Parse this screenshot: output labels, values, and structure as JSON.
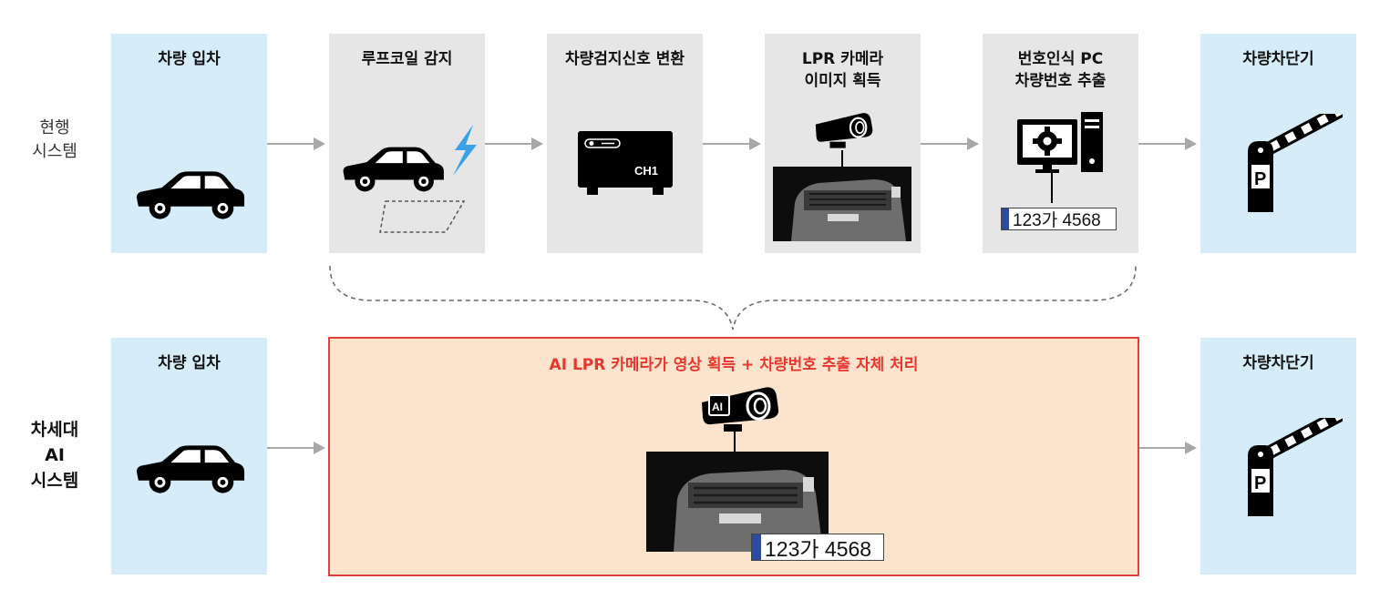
{
  "rows": {
    "current": {
      "label_lines": [
        "현행",
        "시스템"
      ]
    },
    "next": {
      "label_lines": [
        "차세대",
        "AI",
        "시스템"
      ]
    }
  },
  "current_steps": [
    {
      "title_lines": [
        "차량 입차"
      ],
      "icon": "car-icon"
    },
    {
      "title_lines": [
        "루프코일 감지"
      ],
      "icon": "car-loop-coil-icon"
    },
    {
      "title_lines": [
        "차량검지신호 변환"
      ],
      "icon": "detector-device-icon",
      "device_label": "CH1"
    },
    {
      "title_lines": [
        "LPR 카메라",
        "이미지 획득"
      ],
      "icon": "camera-icon"
    },
    {
      "title_lines": [
        "번호인식 PC",
        "차량번호 추출"
      ],
      "icon": "pc-gear-icon",
      "plate": "123가 4568"
    },
    {
      "title_lines": [
        "차량차단기"
      ],
      "icon": "parking-barrier-icon",
      "barrier_letter": "P"
    }
  ],
  "next_steps": {
    "entry": {
      "title_lines": [
        "차량 입차"
      ],
      "icon": "car-icon"
    },
    "ai_panel": {
      "title": "AI LPR 카메라가 영상 획득 + 차량번호 추출 자체 처리",
      "chip_label": "AI",
      "plate": "123가 4568",
      "icon": "ai-camera-icon"
    },
    "barrier": {
      "title_lines": [
        "차량차단기"
      ],
      "icon": "parking-barrier-icon",
      "barrier_letter": "P"
    }
  },
  "colors": {
    "blue_box": "#d6ecf8",
    "gray_box": "#e6e6e6",
    "ai_panel_fill": "#fbe3cd",
    "ai_accent": "#e0413a",
    "arrow": "#a8a8a8"
  }
}
